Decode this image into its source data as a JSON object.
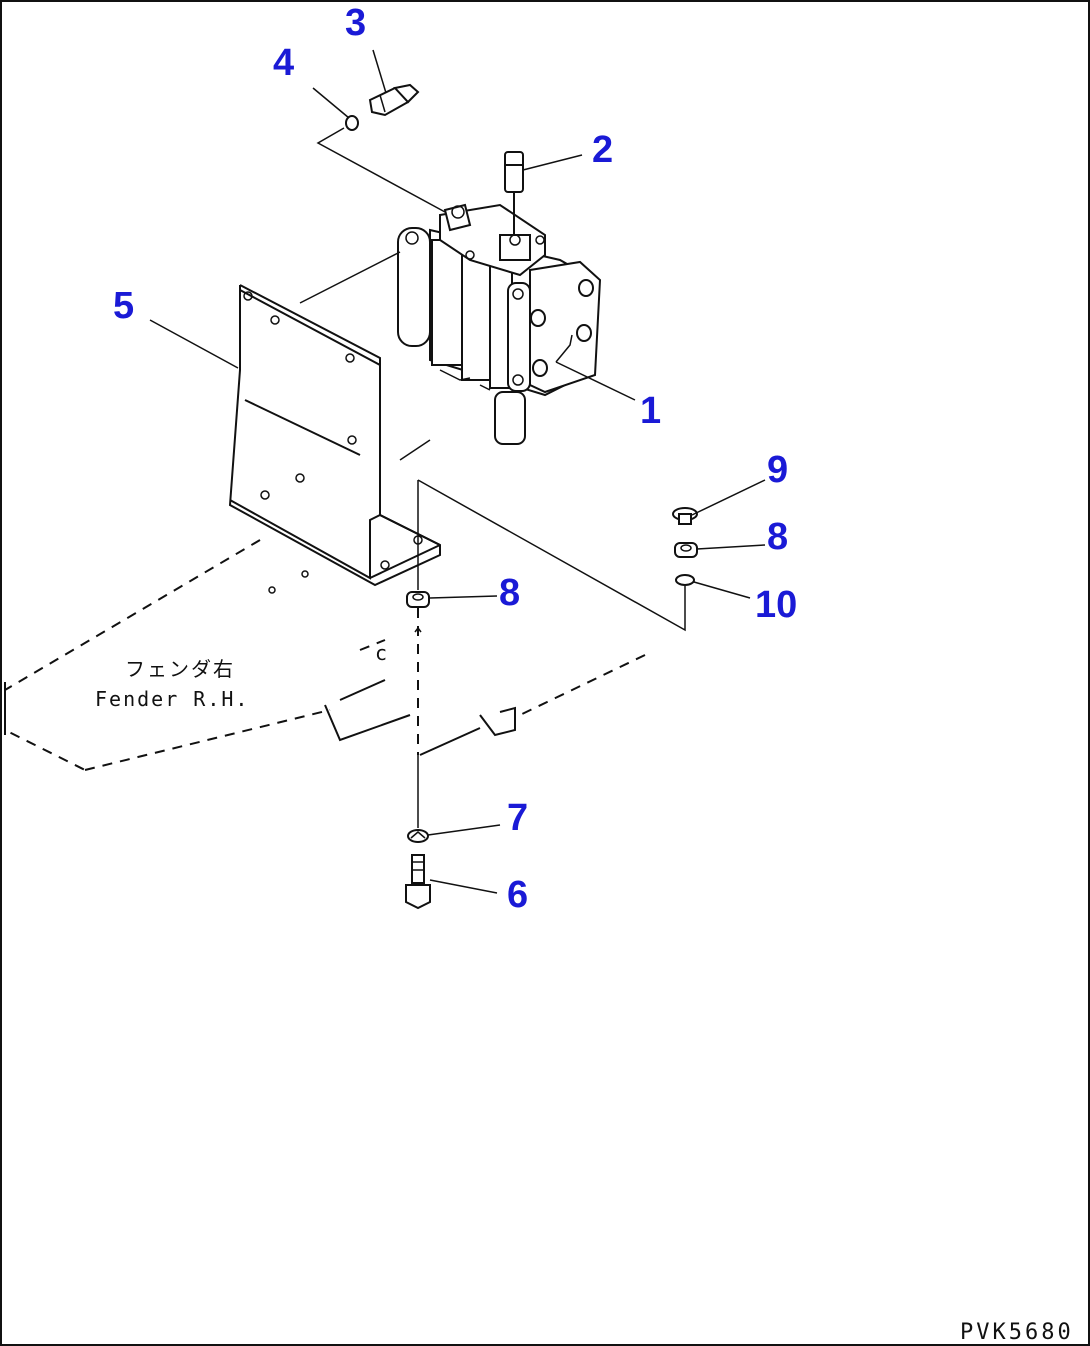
{
  "callouts": {
    "c1": "1",
    "c2": "2",
    "c3": "3",
    "c4": "4",
    "c5": "5",
    "c6": "6",
    "c7": "7",
    "c8a": "8",
    "c8b": "8",
    "c9": "9",
    "c10": "10"
  },
  "fender_note": {
    "jp": "フェンダ右",
    "en": "Fender R.H."
  },
  "drawing_code": "PVK5680"
}
